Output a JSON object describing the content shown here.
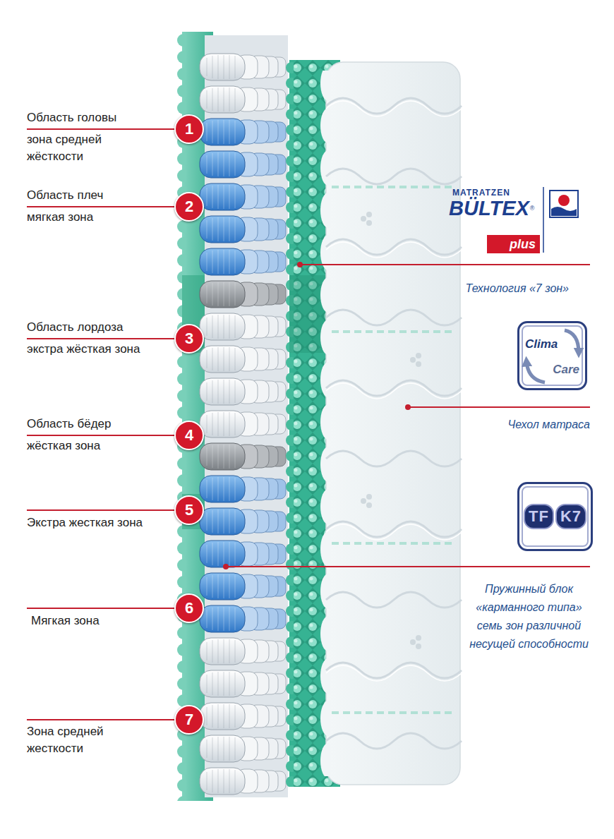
{
  "diagram": {
    "nodes": [
      {
        "text": [
          "1"
        ]
      },
      {
        "text": [
          "2"
        ]
      },
      {
        "text": [
          "3"
        ]
      },
      {
        "text": [
          "4"
        ]
      },
      {
        "text": [
          "5"
        ]
      },
      {
        "text": [
          "6"
        ]
      },
      {
        "text": [
          "7"
        ]
      },
      {
        "text": [
          "plus"
        ]
      },
      {
        "text": [
          "Clima",
          "Care"
        ]
      },
      {
        "text": [
          "TF",
          "K7"
        ]
      }
    ],
    "labels": [
      "Область головы",
      "зона средней жёсткости",
      "Область плеч",
      "мягкая зона",
      "Область лордоза",
      "экстра жёсткая зона",
      "Область бёдер",
      "жёсткая зона",
      "Экстра жесткая зона",
      "Мягкая зона",
      "Зона средней жесткости",
      "MATRATZEN",
      "BÜLTEX",
      "®",
      "Технология «7 зон»",
      "Чехол матраса",
      "Пружинный блок «карманного типа» семь зон различной несущей способности"
    ]
  }
}
